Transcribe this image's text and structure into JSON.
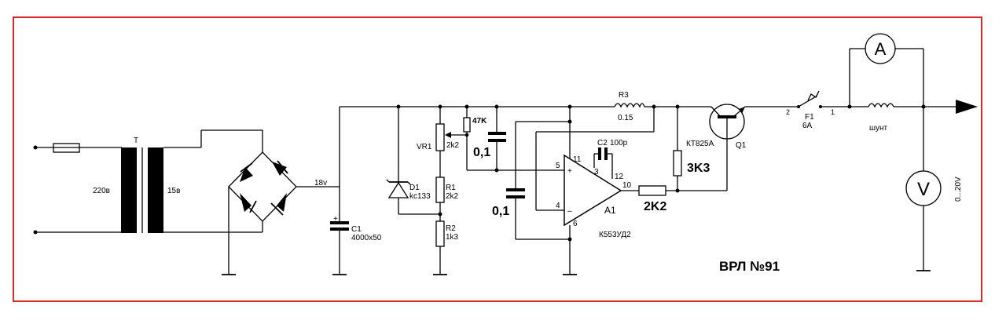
{
  "colors": {
    "frame": "#d62a2a",
    "ink": "#000000",
    "background": "#ffffff"
  },
  "title": "ВРЛ №91",
  "transformer": {
    "ref": "T",
    "primary": "220в",
    "secondary": "15в"
  },
  "rail_voltage": "18v",
  "c1": {
    "ref": "C1",
    "value": "4000x50",
    "polarity": "+"
  },
  "d1": {
    "ref": "D1",
    "value": "kc133"
  },
  "vr1": {
    "ref": "VR1",
    "value": "2k2"
  },
  "r1": {
    "ref": "R1",
    "value": "2k2"
  },
  "r2": {
    "ref": "R2",
    "value": "1k3"
  },
  "r47k": "47K",
  "c_top": "0,1",
  "c_bottom": "0,1",
  "r3": {
    "ref": "R3",
    "value": "0.15"
  },
  "c2": {
    "ref": "C2",
    "value": "100p"
  },
  "opamp": {
    "ref": "A1",
    "part": "К553УД2",
    "pins": {
      "p5": "5",
      "p4": "4",
      "p11": "11",
      "p3": "3",
      "p12": "12",
      "p10": "10",
      "p6": "6"
    },
    "plus": "+",
    "minus": "–"
  },
  "r_3k3": "3K3",
  "r_2k2": "2K2",
  "q1": {
    "ref": "Q1",
    "part": "КТ825А"
  },
  "f1": {
    "ref": "F1",
    "value": "6A",
    "pin2": "2",
    "pin1": "1"
  },
  "shunt": "шунт",
  "ammeter": "A",
  "voltmeter": "V",
  "voltmeter_range": "0...20V"
}
